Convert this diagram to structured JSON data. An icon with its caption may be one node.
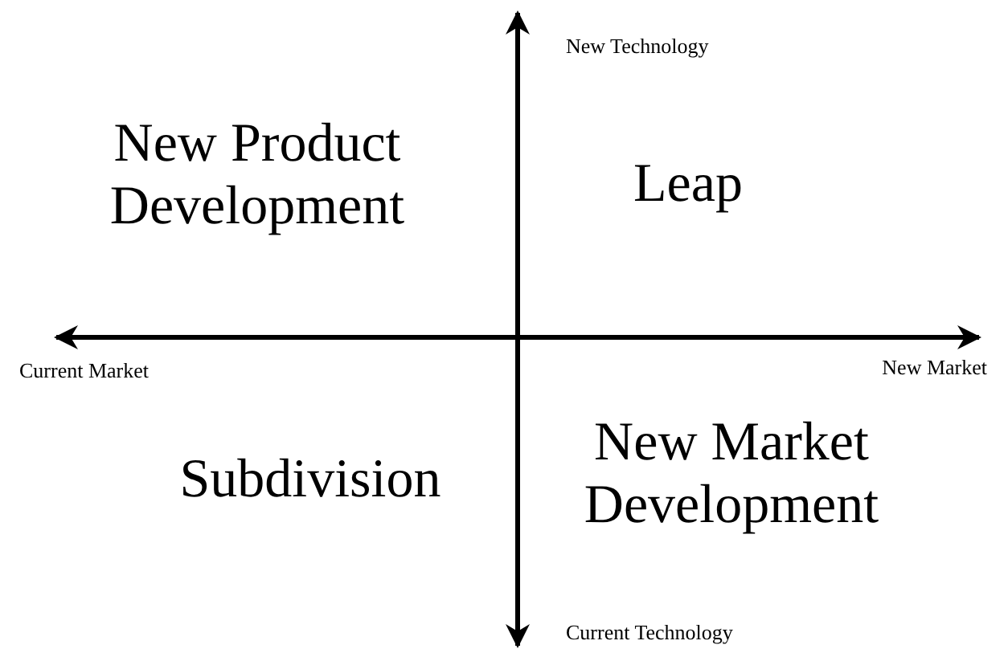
{
  "diagram": {
    "labels": [
      "New Technology",
      "New Product Development",
      "Leap",
      "Current Market",
      "New Market",
      "Subdivision",
      "New Market Development",
      "Current Technology"
    ]
  }
}
